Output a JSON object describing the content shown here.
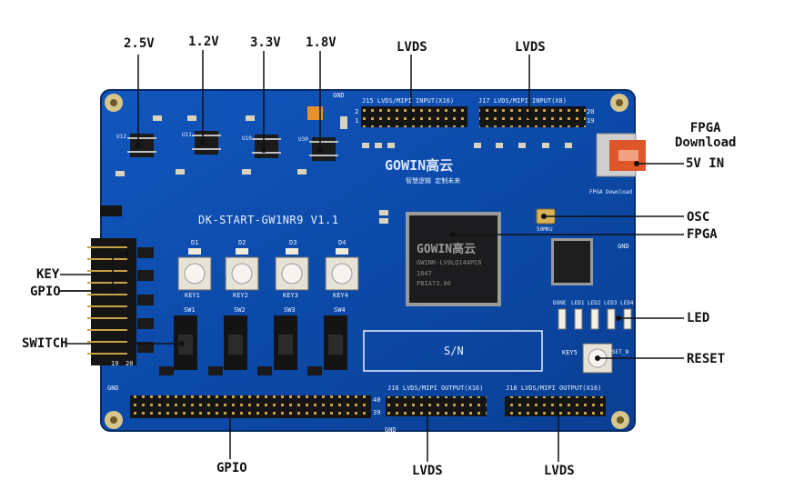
{
  "callouts": {
    "v25": "2.5V",
    "v12": "1.2V",
    "v33": "3.3V",
    "v18": "1.8V",
    "lvds_top_left": "LVDS",
    "lvds_top_right": "LVDS",
    "fpga_download": "FPGA\nDownload",
    "in_5v": "5V IN",
    "osc": "OSC",
    "fpga": "FPGA",
    "led": "LED",
    "reset": "RESET",
    "key": "KEY",
    "gpio_left": "GPIO",
    "switch": "SWITCH",
    "gpio_bottom": "GPIO",
    "lvds_bottom_left": "LVDS",
    "lvds_bottom_right": "LVDS"
  },
  "board": {
    "name": "DK-START-GW1NR9 V1.1",
    "brand": "GOWIN高云",
    "slogan": "智慧逻辑 定制未来",
    "chip_brand": "GOWIN高云",
    "chip_part": "GW1NR-LV9LQ144PC6",
    "chip_date": "1847",
    "chip_lot": "PBIA73.00",
    "sn": "S/N",
    "osc_freq": "50MHz",
    "fpga_download_silk": "FPGA Download",
    "connectors": {
      "j15": "J15  LVDS/MIPI INPUT(X16)",
      "j17": "J17  LVDS/MIPI INPUT(X8)",
      "j16": "J16  LVDS/MIPI OUTPUT(X16)",
      "j18": "J18  LVDS/MIPI OUTPUT(X16)"
    },
    "keys": [
      "KEY1",
      "KEY2",
      "KEY3",
      "KEY4"
    ],
    "key5": "KEY5",
    "set_n": "SET_N",
    "leds": [
      "DONE",
      "LED1",
      "LED2",
      "LED3",
      "LED4"
    ],
    "switches": [
      "SW1",
      "SW2",
      "SW3",
      "SW4"
    ],
    "diodes": [
      "D1",
      "D2",
      "D3",
      "D4"
    ],
    "regulators": [
      "U12",
      "U11",
      "U10",
      "U30"
    ],
    "gnd": "GND",
    "pin_numbers": {
      "two": "2",
      "one": "1",
      "twenty": "20",
      "nineteen": "19",
      "forty": "40",
      "thirtynine": "39"
    }
  },
  "colors": {
    "pcb": "#0c4aa8",
    "pcb_dark": "#083a87",
    "header": "#1a1a1a",
    "pin": "#c9a24a",
    "label": "#111111",
    "leader": "#111111",
    "usb": "#e0562b"
  }
}
